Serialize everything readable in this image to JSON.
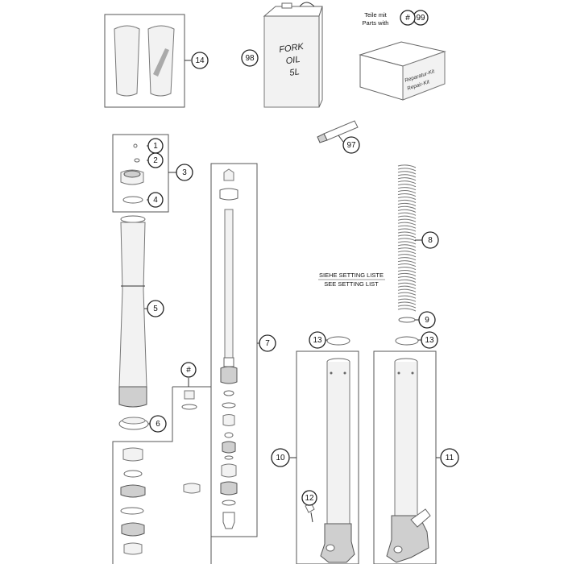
{
  "callouts": [
    {
      "id": "c14",
      "label": "14"
    },
    {
      "id": "c98",
      "label": "98"
    },
    {
      "id": "c99",
      "label": "99"
    },
    {
      "id": "chash_kit",
      "label": "#"
    },
    {
      "id": "c1",
      "label": "1"
    },
    {
      "id": "c2",
      "label": "2"
    },
    {
      "id": "c3",
      "label": "3"
    },
    {
      "id": "c4",
      "label": "4"
    },
    {
      "id": "c97",
      "label": "97"
    },
    {
      "id": "c8",
      "label": "8"
    },
    {
      "id": "c9",
      "label": "9"
    },
    {
      "id": "c5",
      "label": "5"
    },
    {
      "id": "c7",
      "label": "7"
    },
    {
      "id": "c13a",
      "label": "13"
    },
    {
      "id": "c13b",
      "label": "13"
    },
    {
      "id": "chash",
      "label": "#"
    },
    {
      "id": "c6",
      "label": "6"
    },
    {
      "id": "c10",
      "label": "10"
    },
    {
      "id": "c11",
      "label": "11"
    },
    {
      "id": "c12",
      "label": "12"
    }
  ],
  "notes": {
    "parts_with_de": "Teile mit",
    "parts_with_en": "Parts with",
    "setting_list_de": "SIEHE SETTING LISTE",
    "setting_list_en": "SEE SETTING LIST"
  },
  "oil_can": {
    "line1": "FORK",
    "line2": "OIL",
    "line3": "5L"
  },
  "repair_kit": {
    "label_de": "Reparatur-Kit",
    "label_en": "Repair-Kit"
  }
}
